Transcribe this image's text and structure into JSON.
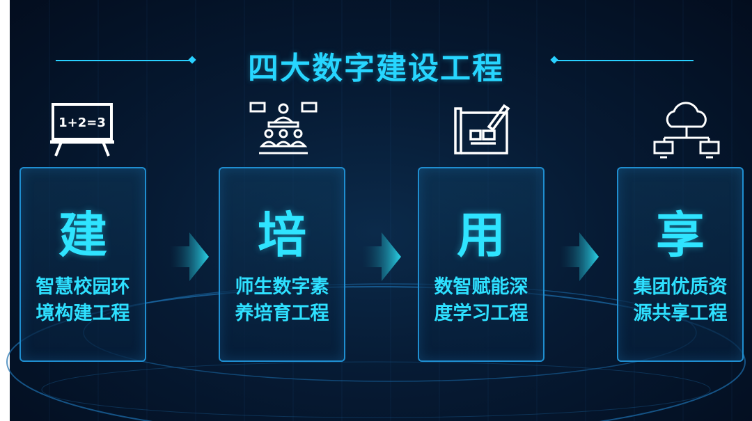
{
  "title": "四大数字建设工程",
  "colors": {
    "accent": "#27d6ff",
    "card_border": "#1f8ed0",
    "background": "#061a33"
  },
  "steps": [
    {
      "char": "建",
      "desc_line1": "智慧校园环",
      "desc_line2": "境构建工程",
      "icon": "blackboard-icon",
      "icon_text": "1+2=3"
    },
    {
      "char": "培",
      "desc_line1": "师生数字素",
      "desc_line2": "养培育工程",
      "icon": "classroom-people-icon"
    },
    {
      "char": "用",
      "desc_line1": "数智赋能深",
      "desc_line2": "度学习工程",
      "icon": "blueprint-pen-icon"
    },
    {
      "char": "享",
      "desc_line1": "集团优质资",
      "desc_line2": "源共享工程",
      "icon": "cloud-network-icon"
    }
  ]
}
